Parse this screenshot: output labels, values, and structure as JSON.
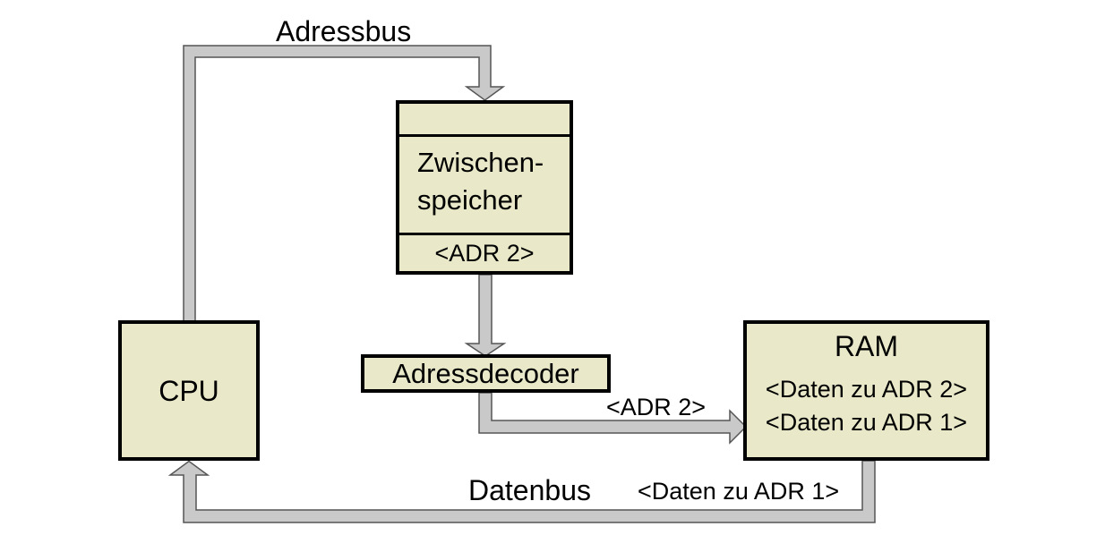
{
  "colors": {
    "box_fill": "#e9e9c9",
    "box_border": "#000000",
    "bus_fill": "#c9c9c9",
    "bus_outline": "#555555",
    "background": "#ffffff",
    "text": "#000000"
  },
  "nodes": {
    "cpu": {
      "label": "CPU"
    },
    "buffer": {
      "title_line1": "Zwischen-",
      "title_line2": "speicher",
      "register": "<ADR 2>"
    },
    "decoder": {
      "label": "Adressdecoder"
    },
    "ram": {
      "title": "RAM",
      "row1": "<Daten zu ADR 2>",
      "row2": "<Daten zu ADR 1>"
    }
  },
  "buses": {
    "address_bus": {
      "label": "Adressbus"
    },
    "data_bus": {
      "label": "Datenbus",
      "value_label": "<Daten zu ADR 1>"
    },
    "decoder_to_ram": {
      "value_label": "<ADR 2>"
    }
  }
}
